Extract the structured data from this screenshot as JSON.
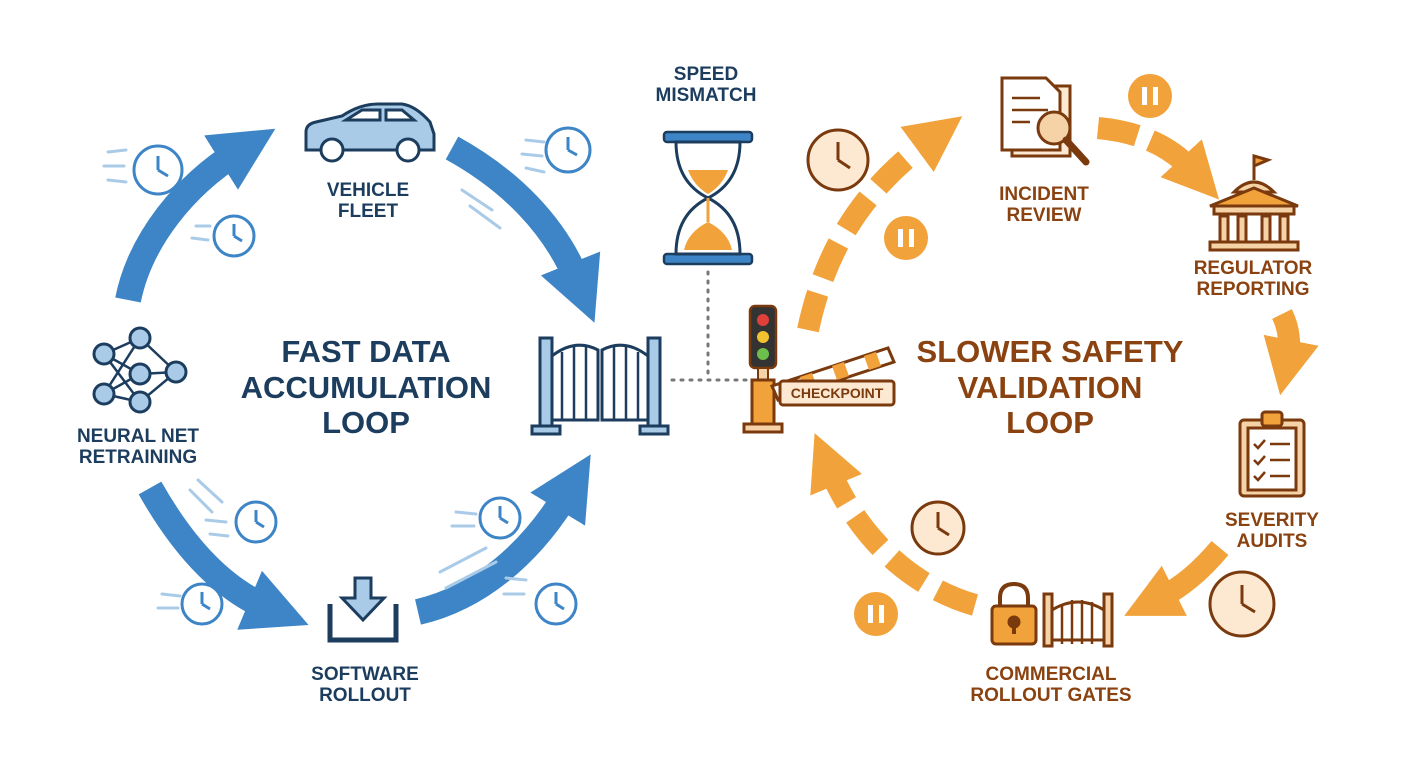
{
  "diagram": {
    "center": {
      "title_line1": "SPEED",
      "title_line2": "MISMATCH",
      "checkpoint_label": "CHECKPOINT"
    },
    "fast_loop": {
      "title_line1": "FAST DATA",
      "title_line2": "ACCUMULATION",
      "title_line3": "LOOP",
      "nodes": {
        "vehicle_fleet": [
          "VEHICLE",
          "FLEET"
        ],
        "neural_net": [
          "NEURAL NET",
          "RETRAINING"
        ],
        "software_rollout": [
          "SOFTWARE",
          "ROLLOUT"
        ]
      }
    },
    "slow_loop": {
      "title_line1": "SLOWER SAFETY",
      "title_line2": "VALIDATION",
      "title_line3": "LOOP",
      "nodes": {
        "incident_review": [
          "INCIDENT",
          "REVIEW"
        ],
        "regulator_reporting": [
          "REGULATOR",
          "REPORTING"
        ],
        "severity_audits": [
          "SEVERITY",
          "AUDITS"
        ],
        "commercial_rollout": [
          "COMMERCIAL",
          "ROLLOUT GATES"
        ]
      }
    }
  },
  "colors": {
    "fast_blue": "#3d85c6",
    "fast_blue_dark": "#1c3d5e",
    "slow_orange": "#f2a23a",
    "slow_orange_dark": "#8a4210",
    "icon_fill_blue": "#a9cbe8",
    "icon_fill_orange": "#f6d3a6"
  }
}
